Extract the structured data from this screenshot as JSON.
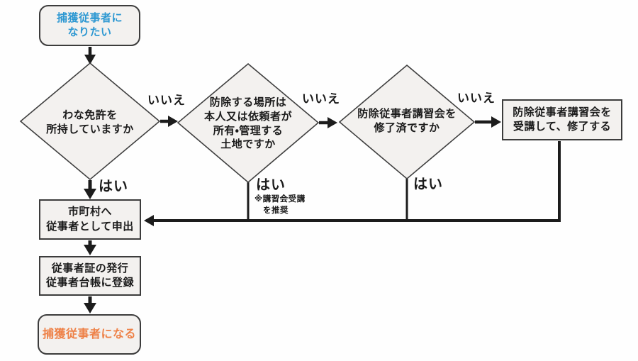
{
  "flowchart": {
    "colors": {
      "start_text": "#2e98d2",
      "end_text": "#ee8147",
      "node_fill": "#f3f1ef",
      "node_border": "#3c3c3c",
      "connector": "#1c1c1c"
    },
    "start": {
      "text": "捕獲従事者に\nなりたい"
    },
    "decisions": {
      "license": {
        "text": "わな免許を\n所持していますか"
      },
      "land": {
        "text": "防除する場所は\n本人又は依頼者が\n所有・管理する\n土地ですか"
      },
      "course_done": {
        "text": "防除従事者講習会を\n修了済ですか"
      }
    },
    "processes": {
      "attend_course": {
        "text": "防除従事者講習会を\n受講して、修了する"
      },
      "apply": {
        "text": "市町村へ\n従事者として申出"
      },
      "register": {
        "text": "従事者証の発行\n従事者台帳に登録"
      }
    },
    "end": {
      "text": "捕獲従事者になる"
    },
    "edge_labels": {
      "no_license": "いいえ",
      "no_land": "いいえ",
      "no_course": "いいえ",
      "yes_license": "はい",
      "yes_land": "はい",
      "yes_course": "はい",
      "note": "※講習会受講\n　を推奨"
    }
  }
}
